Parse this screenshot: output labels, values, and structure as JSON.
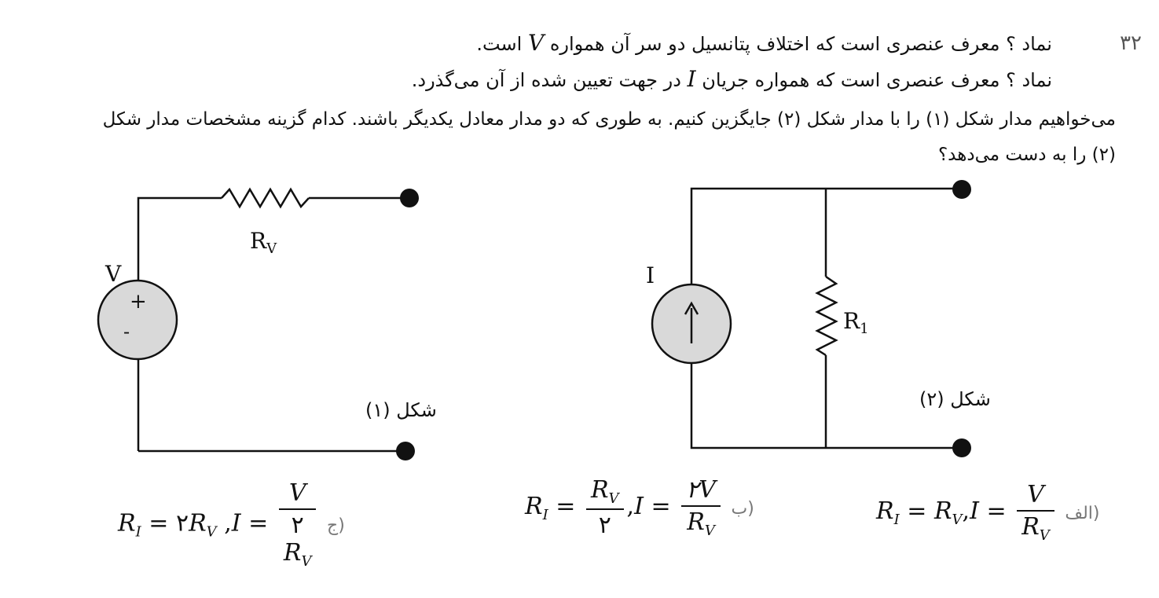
{
  "question": {
    "number": "۳۲",
    "line1_start": "نماد ؟ معرف عنصری است که اختلاف پتانسیل دو سر آن همواره",
    "line1_var": "V",
    "line1_end": "است.",
    "line2_start": "نماد ؟ معرف عنصری است که همواره جریان",
    "line2_var": "I",
    "line2_end": "در جهت تعیین شده از آن می‌گذرد.",
    "line3": "می‌خواهیم مدار شکل (۱) را با مدار شکل (۲) جایگزین کنیم. به طوری که دو مدار معادل یکدیگر باشند. کدام گزینه مشخصات مدار شکل",
    "line4": "(۲) را به دست می‌دهد؟"
  },
  "figure1": {
    "caption": "شکل (۱)",
    "source_label": "V",
    "plus": "+",
    "minus": "-",
    "resistor_label": "R",
    "resistor_sub": "V"
  },
  "figure2": {
    "caption": "شکل (۲)",
    "source_label": "I",
    "resistor_label": "R",
    "resistor_sub": "1"
  },
  "options": {
    "a": {
      "label": "الف)",
      "r": "R",
      "r_sub": "I",
      "eq": "=",
      "rv": "R",
      "rv_sub": "V",
      "sep": ",",
      "i": "I",
      "num": "V",
      "den": "R",
      "den_sub": "V"
    },
    "b": {
      "label": "ب)",
      "r": "R",
      "r_sub": "I",
      "num1": "R",
      "num1_sub": "V",
      "den1": "۲",
      "i": "I",
      "num2": "۲V",
      "den2": "R",
      "den2_sub": "V"
    },
    "c": {
      "label": "ج)",
      "r": "R",
      "r_sub": "I",
      "coef": "۲",
      "rv": "R",
      "rv_sub": "V",
      "i": "I",
      "num": "V",
      "den_coef": "۲",
      "den": "R",
      "den_sub": "V"
    }
  },
  "colors": {
    "source_fill": "#d9d9d9",
    "wire": "#111111"
  }
}
